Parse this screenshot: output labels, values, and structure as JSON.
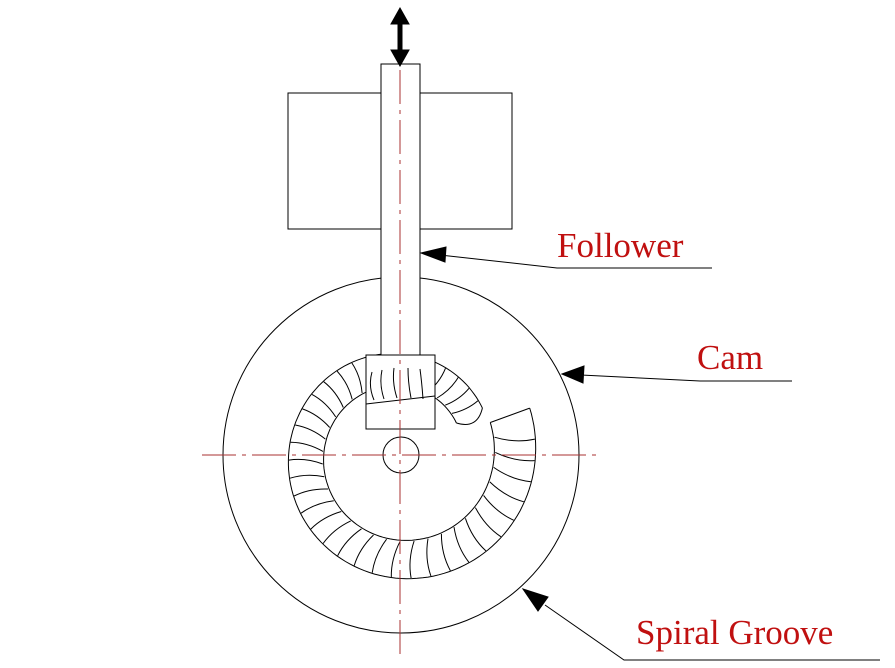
{
  "labels": {
    "follower": "Follower",
    "cam": "Cam",
    "spiral_groove": "Spiral Groove"
  },
  "colors": {
    "label_text": "#c01010",
    "center_line": "#a83232",
    "outline": "#000000",
    "background": "#ffffff"
  },
  "icons": {
    "motion_arrow": "double-headed-vertical-arrow"
  }
}
